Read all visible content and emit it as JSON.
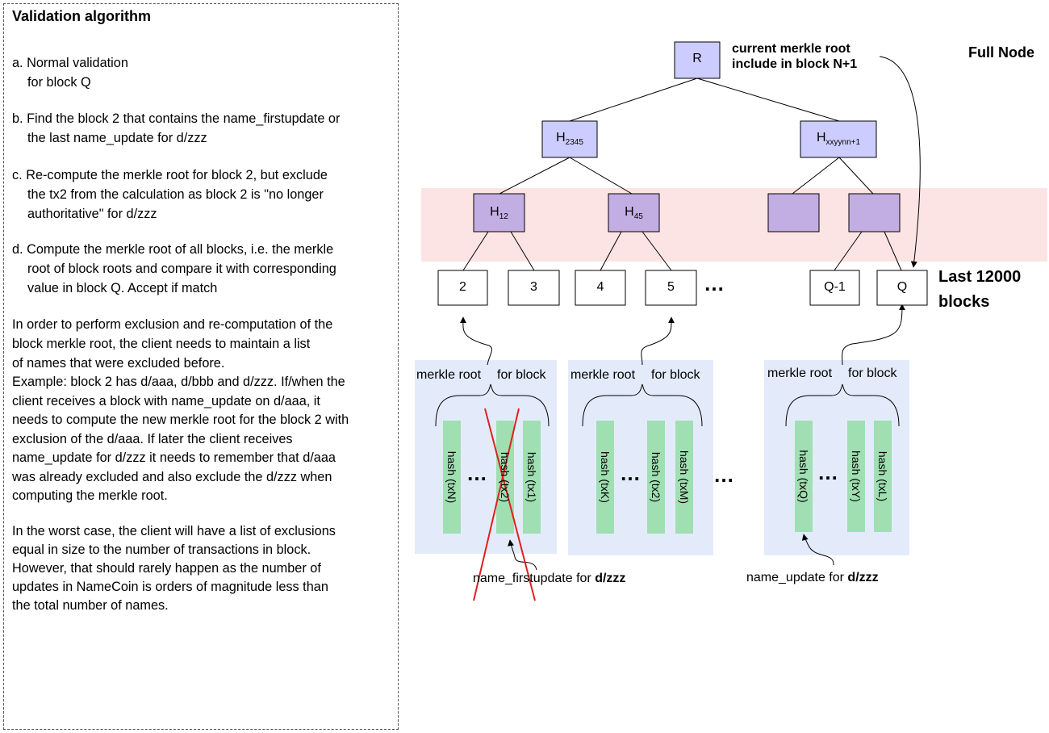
{
  "panel": {
    "title": "Validation algorithm",
    "lines": [
      "a. Normal validation",
      "for block Q",
      "b. Find the block 2 that contains the name_firstupdate or",
      "the last name_update for d/zzz",
      "c. Re-compute the merkle root for block 2, but exclude",
      "the tx2 from the calculation as block 2 is \"no longer",
      "authoritative\" for d/zzz",
      "d. Compute the merkle root of all blocks, i.e. the merkle",
      "root of block roots and compare it with corresponding",
      "value in block Q. Accept if match",
      "In order to perform exclusion and re-computation of the",
      "block merkle root, the client needs to maintain a list",
      "of names that were excluded before.",
      "Example: block 2 has d/aaa, d/bbb and d/zzz. If/when the",
      "client receives a block with name_update on d/aaa, it",
      "needs to compute the new merkle root for the block 2 with",
      "exclusion of the d/aaa. If later the client receives",
      "name_update for d/zzz it needs to remember that d/aaa",
      "was already excluded and also exclude the d/zzz when",
      "computing the merkle root.",
      "In the worst case, the client will have a list of exclusions",
      "equal in size to the number of transactions in block.",
      "However, that should rarely happen as the number of",
      "updates in NameCoin is orders of magnitude less than",
      "the total number of names."
    ]
  },
  "diagram": {
    "full_node": "Full Node",
    "root": "R",
    "root_note_1": "current merkle root",
    "root_note_2": "include in block N+1",
    "h2345_main": "H",
    "h2345_sub": "2345",
    "hx_main": "H",
    "hx_sub": "xxyynn+1",
    "h12_main": "H",
    "h12_sub": "12",
    "h45_main": "H",
    "h45_sub": "45",
    "blocks": [
      "2",
      "3",
      "4",
      "5",
      "Q-1",
      "Q"
    ],
    "dots": "…",
    "last_blocks_1": "Last 12000",
    "last_blocks_2": "blocks",
    "merkle_root": "merkle root",
    "for_block": "for block",
    "group1_tx": [
      "hash (txN)",
      "hash (tx2)",
      "hash (tx1)"
    ],
    "group2_tx": [
      "hash (txK)",
      "hash (tx2)",
      "hash (txM)"
    ],
    "group3_tx": [
      "hash (txQ)",
      "hash (txY)",
      "hash (txL)"
    ],
    "firstupdate_text": "name_firstupdate for ",
    "update_text": "name_update for ",
    "name_bold": "d/zzz",
    "colors": {
      "node_fill": "#ccccff",
      "node_fill_dark": "#c3aee3",
      "band": "#fde4e4",
      "group_bg": "#e3ebfb",
      "tx_fill": "#a0dfb2",
      "cross": "#e02020"
    }
  }
}
